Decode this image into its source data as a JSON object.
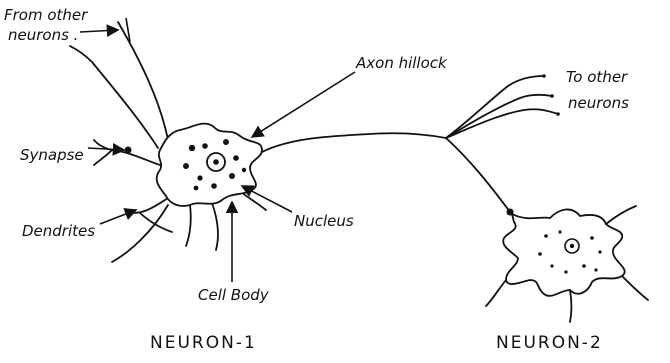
{
  "labels": {
    "from_other_neurons_line1": "From other",
    "from_other_neurons_line2": "neurons .",
    "axon_hillock": "Axon hillock",
    "to_other_neurons_line1": "To other",
    "to_other_neurons_line2": "neurons",
    "synapse": "Synapse",
    "dendrites": "Dendrites",
    "nucleus": "Nucleus",
    "cell_body": "Cell Body"
  },
  "captions": {
    "neuron1": "NEURON-1",
    "neuron2": "NEURON-2"
  },
  "colors": {
    "ink": "#111111",
    "paper": "#ffffff"
  }
}
